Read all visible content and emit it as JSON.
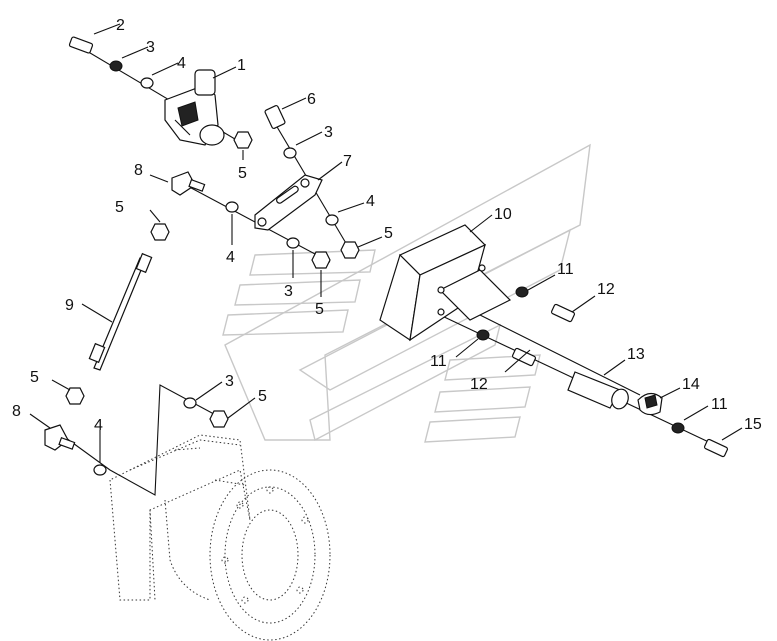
{
  "callouts": [
    {
      "id": "c-2",
      "text": "2"
    },
    {
      "id": "c-3a",
      "text": "3"
    },
    {
      "id": "c-4a",
      "text": "4"
    },
    {
      "id": "c-1",
      "text": "1"
    },
    {
      "id": "c-6",
      "text": "6"
    },
    {
      "id": "c-3b",
      "text": "3"
    },
    {
      "id": "c-5a",
      "text": "5"
    },
    {
      "id": "c-7",
      "text": "7"
    },
    {
      "id": "c-8a",
      "text": "8"
    },
    {
      "id": "c-5b",
      "text": "5"
    },
    {
      "id": "c-4b",
      "text": "4"
    },
    {
      "id": "c-4c",
      "text": "4"
    },
    {
      "id": "c-5c",
      "text": "5"
    },
    {
      "id": "c-3c",
      "text": "3"
    },
    {
      "id": "c-5d",
      "text": "5"
    },
    {
      "id": "c-10",
      "text": "10"
    },
    {
      "id": "c-11a",
      "text": "11"
    },
    {
      "id": "c-12a",
      "text": "12"
    },
    {
      "id": "c-9",
      "text": "9"
    },
    {
      "id": "c-11b",
      "text": "11"
    },
    {
      "id": "c-13",
      "text": "13"
    },
    {
      "id": "c-12b",
      "text": "12"
    },
    {
      "id": "c-5e",
      "text": "5"
    },
    {
      "id": "c-3d",
      "text": "3"
    },
    {
      "id": "c-5f",
      "text": "5"
    },
    {
      "id": "c-14",
      "text": "14"
    },
    {
      "id": "c-8b",
      "text": "8"
    },
    {
      "id": "c-4d",
      "text": "4"
    },
    {
      "id": "c-11c",
      "text": "11"
    },
    {
      "id": "c-15",
      "text": "15"
    }
  ]
}
